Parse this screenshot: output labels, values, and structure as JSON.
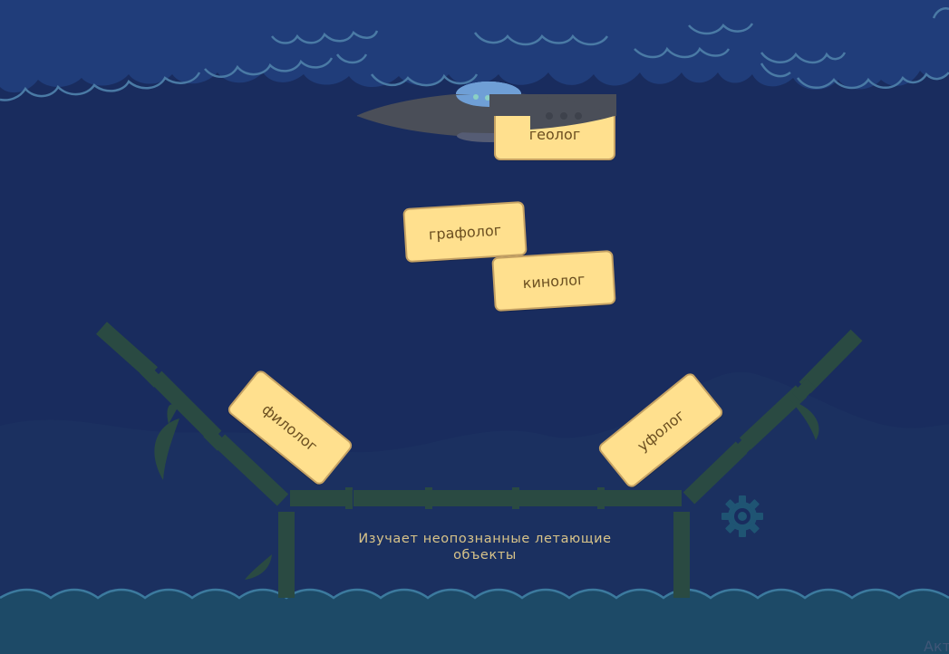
{
  "colors": {
    "sky": "#192c5e",
    "clouds": "#203d7a",
    "cloud_outline": "#4a7aa5",
    "water": "#1d4a67",
    "bamboo": "#2a4a42",
    "card_fill": "#ffe08e",
    "card_text": "#6b4f20",
    "ufo_hull": "#4a4e58",
    "settings": "#1f5473"
  },
  "cards": [
    {
      "id": "geolog",
      "label": "геолог"
    },
    {
      "id": "grafolog",
      "label": "графолог"
    },
    {
      "id": "kinolog",
      "label": "кинолог"
    },
    {
      "id": "filolog",
      "label": "филолог"
    },
    {
      "id": "ufolog",
      "label": "уфолог"
    }
  ],
  "clue": {
    "text": "Изучает неопознанные летающие объекты"
  },
  "settings": {
    "icon": "gear-icon"
  },
  "watermark": {
    "text": "Акт"
  }
}
